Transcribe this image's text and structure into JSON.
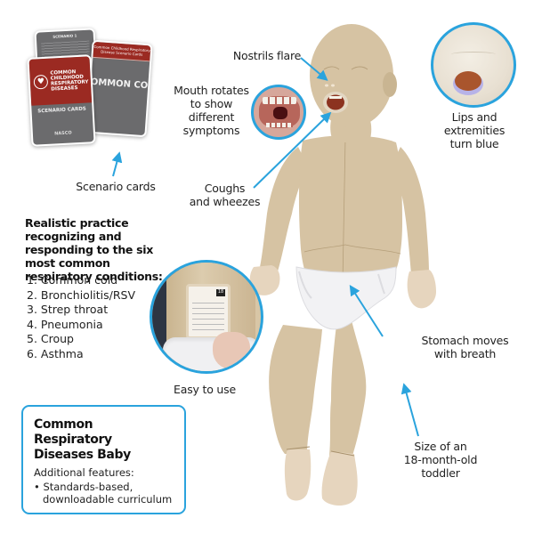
{
  "scenario_cards": {
    "back_card_header": "SCENARIO 1",
    "left_card_title": "COMMON CHILDHOOD RESPIRATORY DISEASES",
    "left_card_subtitle": "SCENARIO CARDS",
    "left_card_brand": "NASCO",
    "right_card_header": "Common Childhood Respiratory Disease Scenario Cards",
    "right_card_text": "COMMON COLD",
    "label": "Scenario cards"
  },
  "callouts": {
    "nostrils": "Nostrils flare",
    "mouth": [
      "Mouth rotates",
      "to show",
      "different",
      "symptoms"
    ],
    "lips": [
      "Lips and",
      "extremities",
      "turn blue"
    ],
    "coughs": [
      "Coughs",
      "and wheezes"
    ],
    "stomach": [
      "Stomach moves",
      "with breath"
    ],
    "size": [
      "Size of an",
      "18-month-old",
      "toddler"
    ],
    "easy": "Easy to use"
  },
  "device_panel": {
    "number": "18"
  },
  "intro": "Realistic practice recognizing and responding to the six most common respiratory conditions:",
  "conditions": [
    "1. Common cold",
    "2. Bronchiolitis/RSV",
    "3. Strep throat",
    "4. Pneumonia",
    "5. Croup",
    "6. Asthma"
  ],
  "feature_box": {
    "title": "Common Respiratory Diseases Baby",
    "subtitle": "Additional features:",
    "bullet": "• Standards-based, downloadable curriculum"
  },
  "colors": {
    "accent_blue": "#2aa3dd",
    "card_red": "#9b2a22",
    "card_gray": "#6b6b6d",
    "skin": "#d6c3a3"
  }
}
